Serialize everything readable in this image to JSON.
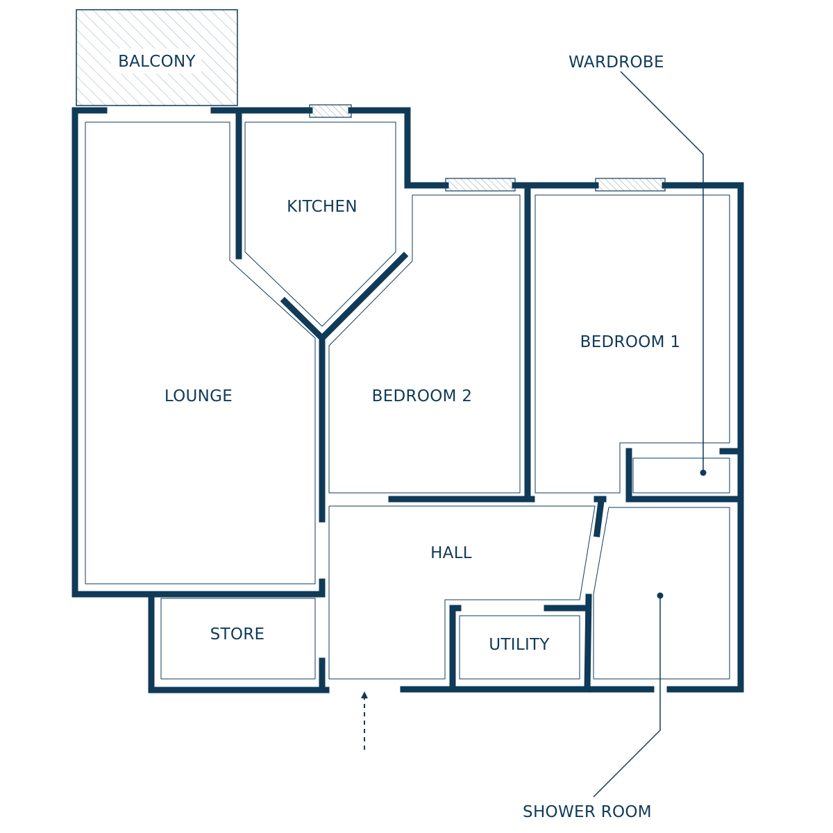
{
  "colors": {
    "wall": "#0f3a58",
    "line": "#0f3a58",
    "text": "#0f3a58",
    "background": "#ffffff"
  },
  "rooms": {
    "balcony": "BALCONY",
    "kitchen": "KITCHEN",
    "lounge": "LOUNGE",
    "bedroom_2": "BEDROOM 2",
    "bedroom_1": "BEDROOM 1",
    "hall": "HALL",
    "store": "STORE",
    "utility": "UTILITY"
  },
  "callouts": {
    "wardrobe": "WARDROBE",
    "shower_room": "SHOWER ROOM"
  },
  "icons": {
    "entrance": "entrance-arrow-icon",
    "window": "window-icon"
  }
}
